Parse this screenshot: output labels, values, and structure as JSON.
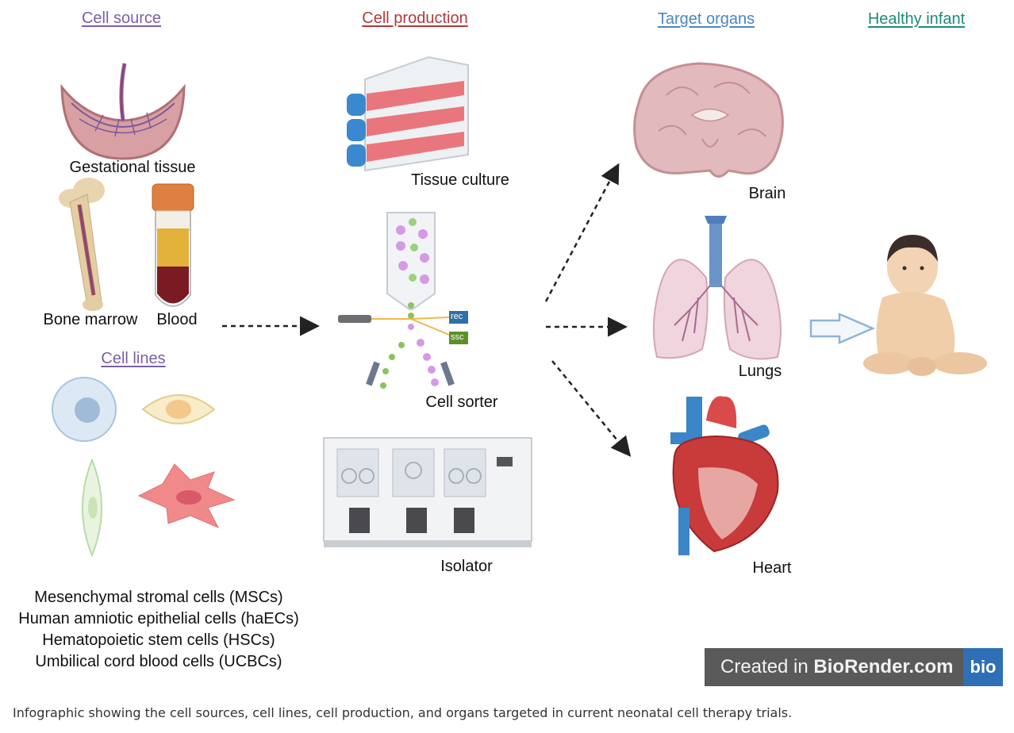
{
  "headings": {
    "cell_source": "Cell source",
    "cell_production": "Cell production",
    "target_organs": "Target organs",
    "healthy_infant": "Healthy infant",
    "cell_lines": "Cell lines"
  },
  "colors": {
    "cell_source": "#7b5ea7",
    "cell_production": "#b23a3a",
    "target_organs": "#4a86c5",
    "healthy_infant": "#1f8a7a"
  },
  "labels": {
    "gestational_tissue": "Gestational tissue",
    "bone_marrow": "Bone marrow",
    "blood": "Blood",
    "tissue_culture": "Tissue culture",
    "cell_sorter": "Cell sorter",
    "isolator": "Isolator",
    "brain": "Brain",
    "lungs": "Lungs",
    "heart": "Heart",
    "rec": "rec",
    "ssc": "ssc"
  },
  "cell_types": [
    "Mesenchymal stromal cells (MSCs)",
    "Human amniotic epithelial cells (haECs)",
    "Hematopoietic stem cells (HSCs)",
    "Umbilical cord blood cells (UCBCs)"
  ],
  "watermark": {
    "prefix": "Created in ",
    "brand": "BioRender.com",
    "logo": "bio"
  },
  "caption": "Infographic showing the cell sources, cell lines, cell production, and organs targeted in current neonatal cell therapy trials."
}
